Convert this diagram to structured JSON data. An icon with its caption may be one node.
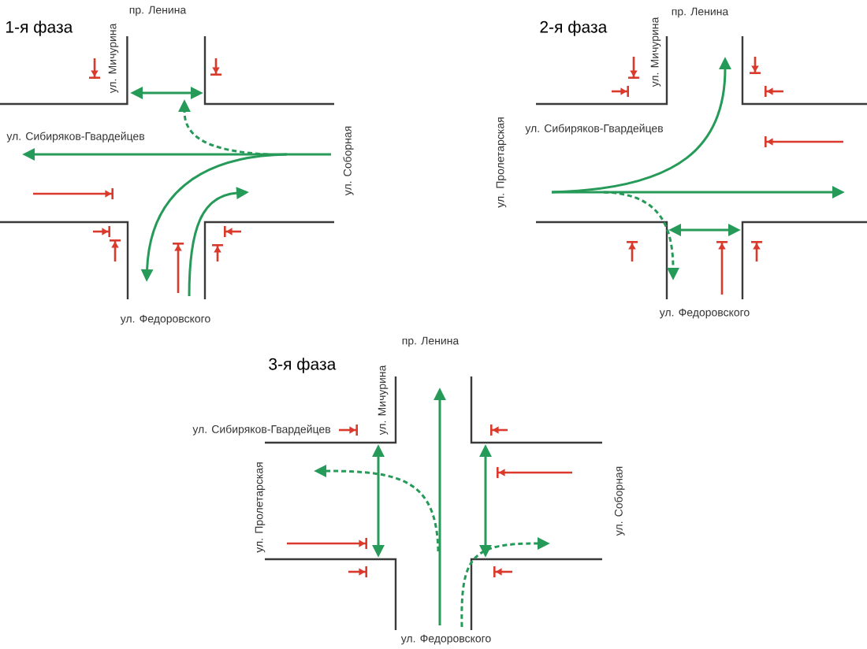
{
  "diagram": {
    "labels": [
      "1-я фаза",
      "пр. Ленина",
      "ул. Мичурина",
      "ул. Сибиряков-Гвардейцев",
      "ул. Соборная",
      "ул. Федоровского",
      "2-я фаза",
      "пр. Ленина",
      "ул. Мичурина",
      "ул. Сибиряков-Гвардейцев",
      "ул. Пролетарская",
      "ул. Федоровского",
      "3-я фаза",
      "пр. Ленина",
      "ул. Мичурина",
      "ул. Сибиряков-Гвардейцев",
      "ул. Пролетарская",
      "ул. Соборная",
      "ул. Федоровского"
    ]
  }
}
